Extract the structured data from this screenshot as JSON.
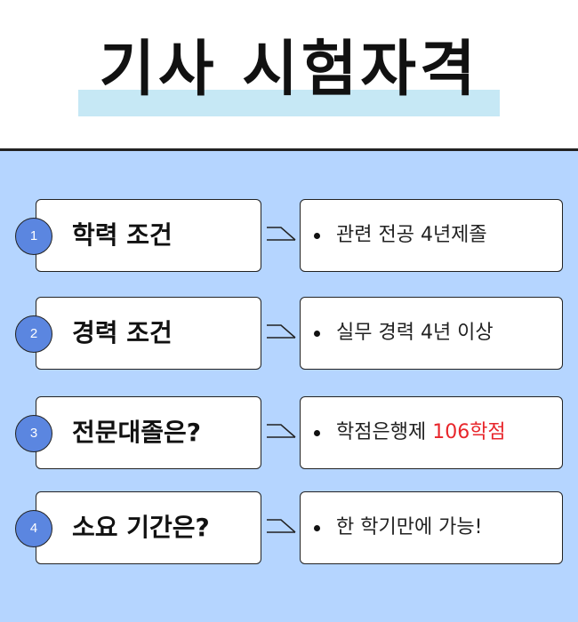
{
  "title": "기사 시험자격",
  "colors": {
    "panel_bg": "#b5d5ff",
    "circle": "#5b86e0",
    "highlight": "#c6e8f5",
    "accent": "#e8262b"
  },
  "rows": [
    {
      "number": "1",
      "label": "학력 조건",
      "detail": "관련 전공 4년제졸",
      "detail_accent": ""
    },
    {
      "number": "2",
      "label": "경력 조건",
      "detail": "실무 경력 4년 이상",
      "detail_accent": ""
    },
    {
      "number": "3",
      "label": "전문대졸은?",
      "detail": "학점은행제 ",
      "detail_accent": "106학점"
    },
    {
      "number": "4",
      "label": "소요 기간은?",
      "detail": "한 학기만에 가능!",
      "detail_accent": ""
    }
  ]
}
